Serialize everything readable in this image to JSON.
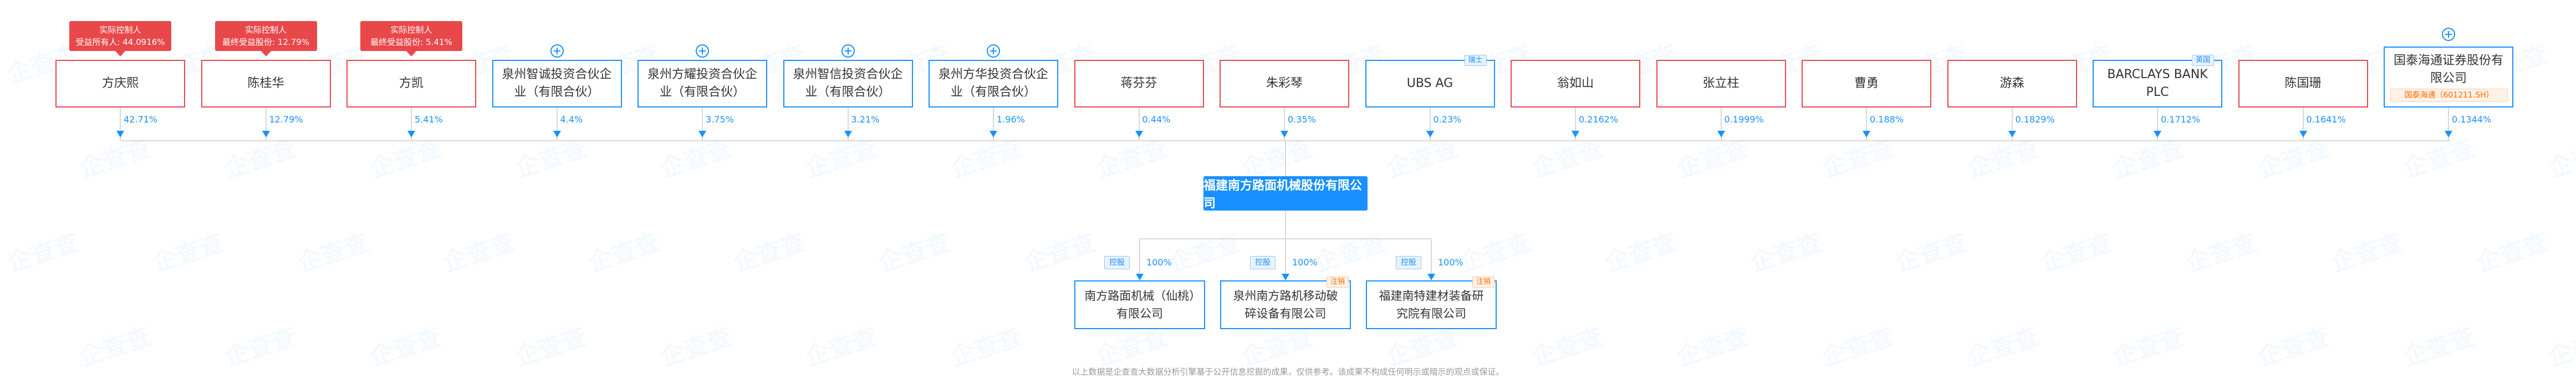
{
  "watermark": "企查查",
  "shareholders": [
    {
      "name": "方庆熙",
      "percent": "42.71%",
      "type": "person",
      "badge": {
        "title": "实际控制人",
        "detail": "受益所有人: 44.0916%"
      }
    },
    {
      "name": "陈桂华",
      "percent": "12.79%",
      "type": "person",
      "badge": {
        "title": "实际控制人",
        "detail": "最终受益股份: 12.79%"
      }
    },
    {
      "name": "方凯",
      "percent": "5.41%",
      "type": "person",
      "badge": {
        "title": "实际控制人",
        "detail": "最终受益股份: 5.41%"
      }
    },
    {
      "name": "泉州智诚投资合伙企业（有限合伙）",
      "percent": "4.4%",
      "type": "org",
      "expandable": true
    },
    {
      "name": "泉州方耀投资合伙企业（有限合伙）",
      "percent": "3.75%",
      "type": "org",
      "expandable": true
    },
    {
      "name": "泉州智信投资合伙企业（有限合伙）",
      "percent": "3.21%",
      "type": "org",
      "expandable": true
    },
    {
      "name": "泉州方华投资合伙企业（有限合伙）",
      "percent": "1.96%",
      "type": "org",
      "expandable": true
    },
    {
      "name": "蒋芬芬",
      "percent": "0.44%",
      "type": "person"
    },
    {
      "name": "朱彩琴",
      "percent": "0.35%",
      "type": "person"
    },
    {
      "name": "UBS AG",
      "percent": "0.23%",
      "type": "org",
      "tag": "瑞士"
    },
    {
      "name": "翁如山",
      "percent": "0.2162%",
      "type": "person"
    },
    {
      "name": "张立柱",
      "percent": "0.1999%",
      "type": "person"
    },
    {
      "name": "曹勇",
      "percent": "0.188%",
      "type": "person"
    },
    {
      "name": "游森",
      "percent": "0.1829%",
      "type": "person"
    },
    {
      "name": "BARCLAYS BANK PLC",
      "percent": "0.1712%",
      "type": "org",
      "tag": "英国"
    },
    {
      "name": "陈国珊",
      "percent": "0.1641%",
      "type": "person"
    },
    {
      "name": "国泰海通证券股份有限公司",
      "percent": "0.1344%",
      "type": "org",
      "expandable": true,
      "stock": "国泰海通（601211.SH）"
    }
  ],
  "company": {
    "name": "福建南方路面机械股份有限公司"
  },
  "subsidiaries": [
    {
      "name": "南方路面机械（仙桃）有限公司",
      "relation": "控股",
      "percent": "100%",
      "status": ""
    },
    {
      "name": "泉州南方路机移动破碎设备有限公司",
      "relation": "控股",
      "percent": "100%",
      "status": "注销"
    },
    {
      "name": "福建南特建材装备研究院有限公司",
      "relation": "控股",
      "percent": "100%",
      "status": "注销"
    }
  ],
  "footer": "以上数据是企查查大数据分析引擎基于公开信息挖掘的成果，仅供参考。该成果不构成任何明示或暗示的观点或保证。",
  "colors": {
    "accent": "#1890ff",
    "person_border": "#e8484a",
    "badge_bg": "#e8484a",
    "stock_tag": "#ff6b00"
  }
}
